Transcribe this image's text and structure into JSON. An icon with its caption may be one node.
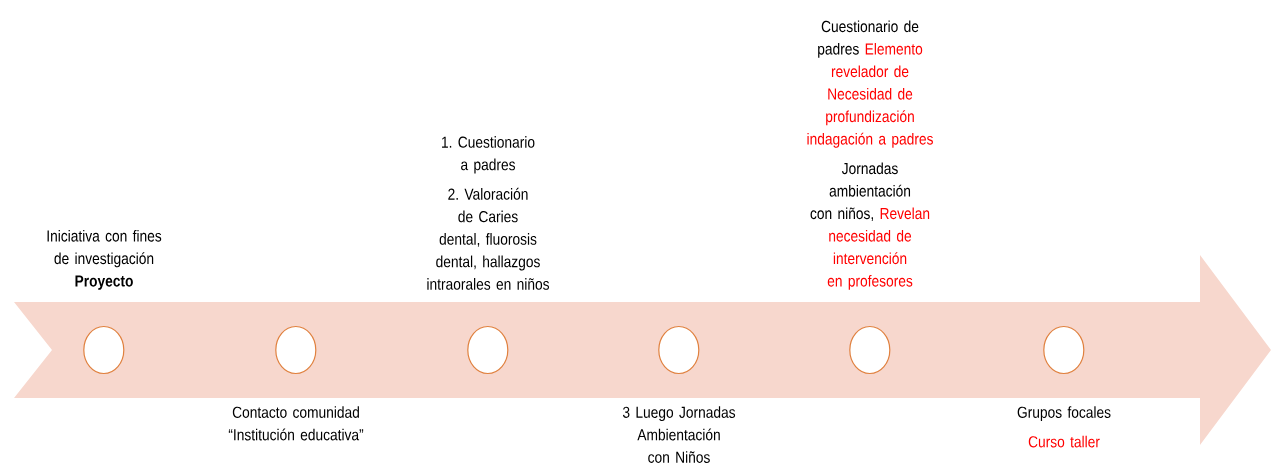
{
  "diagram": {
    "nodes": [
      {
        "text": [],
        "shape": "arrow"
      },
      {
        "text": [],
        "shape": "circle",
        "in": 0,
        "beside": [
          "Iniciativa con fines de investigación **Proyecto**"
        ]
      },
      {
        "text": [],
        "shape": "circle",
        "in": 0,
        "beside": [
          "Contacto comunidad “Institución educativa”"
        ]
      },
      {
        "text": [],
        "shape": "circle",
        "in": 0,
        "beside": [
          "1. Cuestionario a padres",
          "2. Valoración de Caries dental, fluorosis dental, hallazgos intraorales en niños"
        ]
      },
      {
        "text": [],
        "shape": "circle",
        "in": 0,
        "beside": [
          "3 Luego Jornadas Ambientación con Niños"
        ]
      },
      {
        "text": [],
        "shape": "circle",
        "in": 0,
        "beside": [
          "Cuestionario de padres",
          "Elemento revelador de Necesidad de profundización indagación a padres",
          "Jornadas ambientación con niños,",
          "Revelan necesidad de intervención en profesores"
        ]
      },
      {
        "text": [],
        "shape": "circle",
        "in": 0,
        "beside": [
          "Grupos focales",
          "Curso taller"
        ]
      }
    ],
    "edges": []
  }
}
